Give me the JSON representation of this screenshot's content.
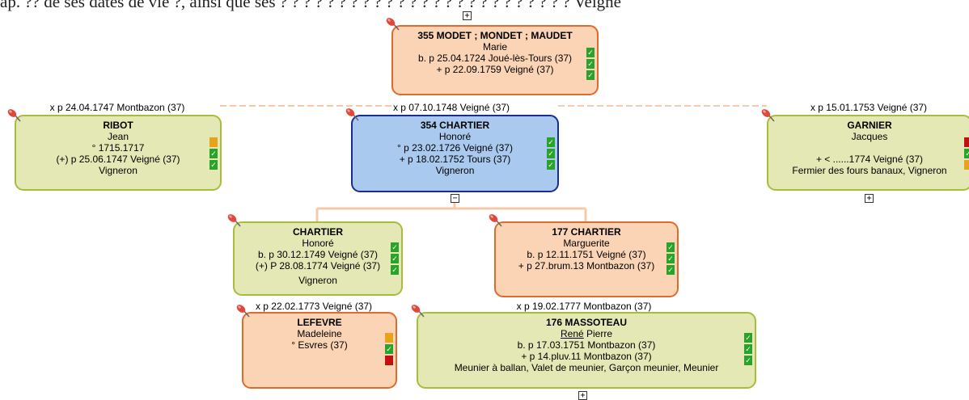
{
  "top_text": "ap. ?? de ses dates de vie ?, ainsi que ses ? ? ? ? ? ? ? ? ? ? ? ? ? ? ? ? ? ? ? ?  ? ? ? ? ? Veigné",
  "expand_symbol": "+",
  "collapse_symbol": "−",
  "check": "✓",
  "people": {
    "p355": {
      "line1": "355 MODET ; MONDET ; MAUDET",
      "line2": "Marie",
      "line3": "b. p 25.04.1724 Joué-lès-Tours (37)",
      "line4": "+ p 22.09.1759 Veigné (37)"
    },
    "ribot": {
      "line1": "RIBOT",
      "line2": "Jean",
      "line3": "° 1715.1717",
      "line4": "(+) p 25.06.1747 Veigné (37)",
      "line5": "Vigneron"
    },
    "p354": {
      "line1": "354 CHARTIER",
      "line2": "Honoré",
      "line3": "° p 23.02.1726 Veigné (37)",
      "line4": "+ p 18.02.1752 Tours (37)",
      "line5": "Vigneron"
    },
    "garnier": {
      "line1": "GARNIER",
      "line2": "Jacques",
      "line3": "+ < ......1774 Veigné (37)",
      "line4": "Fermier des fours banaux, Vigneron"
    },
    "chartier_h": {
      "line1": "CHARTIER",
      "line2": "Honoré",
      "line3": "b. p 30.12.1749 Veigné (37)",
      "line4": "(+) P 28.08.1774 Veigné (37)",
      "line5": "Vigneron"
    },
    "p177": {
      "line1": "177 CHARTIER",
      "line2": "Marguerite",
      "line3": "b. p 12.11.1751 Veigné (37)",
      "line4": "+ p 27.brum.13 Montbazon (37)"
    },
    "lefevre": {
      "line1": "LEFEVRE",
      "line2": "Madeleine",
      "line3": "° Esvres (37)"
    },
    "p176": {
      "line1": "176 MASSOTEAU",
      "line2a": "René",
      "line2b": " Pierre",
      "line3": "b. p 17.03.1751 Montbazon (37)",
      "line4": "+ p 14.pluv.11 Montbazon (37)",
      "line5": "Meunier à ballan, Valet de meunier, Garçon meunier, Meunier"
    }
  },
  "marriages": {
    "m1": "x p 24.04.1747 Montbazon (37)",
    "m2": "x p 07.10.1748 Veigné (37)",
    "m3": "x p 15.01.1753 Veigné (37)",
    "m4": "x p 22.02.1773 Veigné (37)",
    "m5": "x p 19.02.1777 Montbazon (37)"
  },
  "colors": {
    "green_fill": "#e3e8b4",
    "green_border": "#a9bc3c",
    "orange_fill": "#fad4b4",
    "orange_border": "#e06a2c",
    "blue_fill": "#a9c9ef",
    "blue_border": "#1a2e8c",
    "check": "#2aa32a",
    "amber": "#e5a419",
    "red": "#c21010"
  }
}
